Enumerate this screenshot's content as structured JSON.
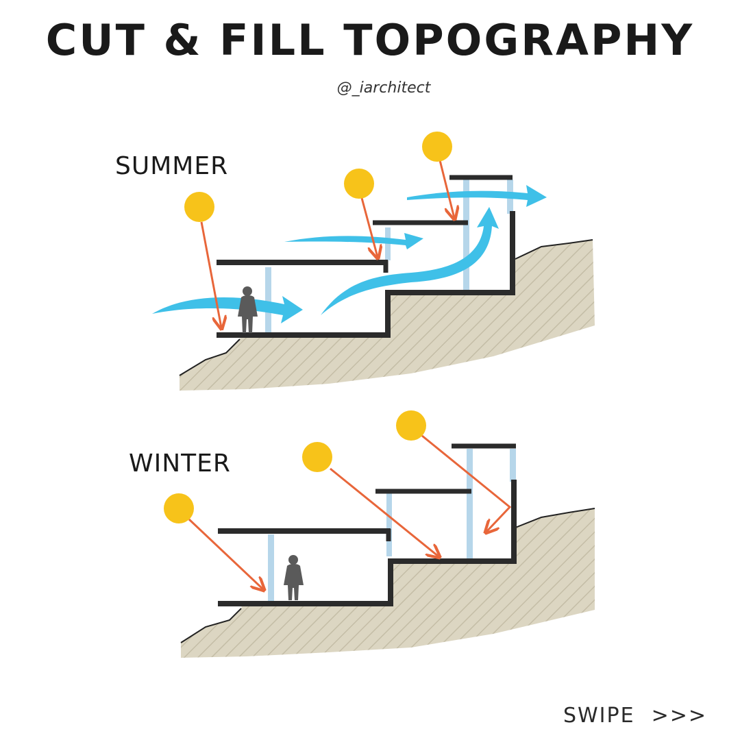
{
  "header": {
    "title": "CUT & FILL TOPOGRAPHY",
    "handle": "@_iarchitect"
  },
  "sections": [
    {
      "id": "summer",
      "label": "SUMMER"
    },
    {
      "id": "winter",
      "label": "WINTER"
    }
  ],
  "footer": {
    "swipe_label": "SWIPE",
    "swipe_arrows": ">>>"
  },
  "colors": {
    "sun": "#f7c31a",
    "sun_ray": "#e8663a",
    "wind": "#3fc0e8",
    "slab": "#2b2b2b",
    "glass": "#b6d6ea",
    "fill": "#dcd6c2",
    "hatch": "#c4bda6",
    "person": "#5a5a5a"
  },
  "icons": {
    "sun": "sun-icon",
    "person": "person-icon",
    "wind": "wind-arrow-icon",
    "ray": "sun-ray-arrow-icon"
  }
}
